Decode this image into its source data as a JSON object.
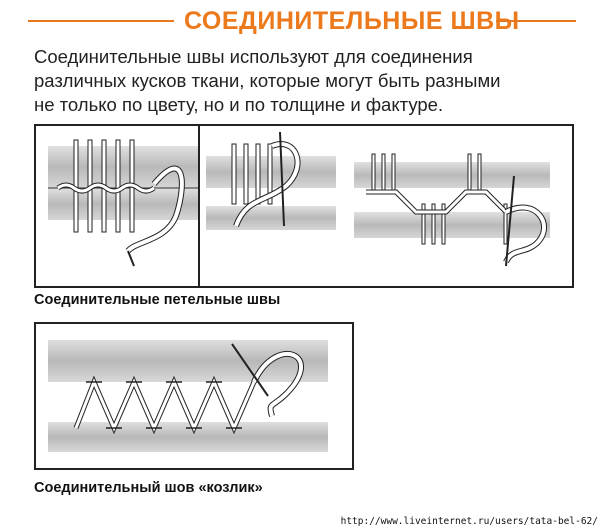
{
  "title": "СОЕДИНИТЕЛЬНЫЕ ШВЫ",
  "intro_lines": [
    "Соединительные швы используют для соединения",
    "различных кусков ткани, которые могут быть разными",
    "не только по цвету, но и по толщине и фактуре."
  ],
  "captions": {
    "loop_seams": "Соединительные петельные швы",
    "goat_seam": "Соединительный шов «козлик»"
  },
  "watermark": "http://www.liveinternet.ru/users/tata-bel-62/",
  "colors": {
    "accent": "#ec7a1c",
    "fabric": "#c9c9c9",
    "thread": "#ffffff",
    "outline": "#222222"
  }
}
